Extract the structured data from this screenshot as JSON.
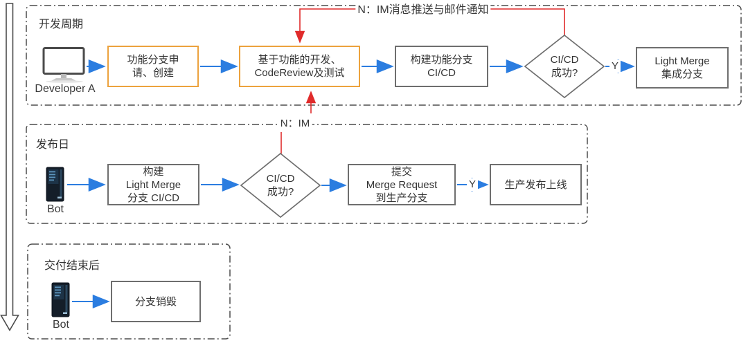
{
  "sections": [
    {
      "title": "开发周期",
      "actor": "Developer A",
      "nodes": {
        "apply": "功能分支申\n请、创建",
        "develop": "基于功能的开发、\nCodeReview及测试",
        "build": "构建功能分支\nCI/CD",
        "decision": "CI/CD\n成功?",
        "merge": "Light Merge\n集成分支"
      },
      "yes_label": "Y"
    },
    {
      "title": "发布日",
      "actor": "Bot",
      "nodes": {
        "build": "构建\nLight Merge\n分支 CI/CD",
        "decision": "CI/CD\n成功?",
        "merge_request": "提交\nMerge Request\n到生产分支",
        "release": "生产发布上线"
      },
      "yes_label": "Y"
    },
    {
      "title": "交付结束后",
      "actor": "Bot",
      "nodes": {
        "destroy": "分支销毁"
      }
    }
  ],
  "notes": {
    "fail_top": "N：IM消息推送与邮件通知",
    "fail_mid": "N：IM"
  },
  "colors": {
    "flow_arrow_blue": "#2B7DE0",
    "fail_line_red": "#E02B2B",
    "highlight_border_orange": "#ECA23D",
    "node_border_gray": "#6E6E6E",
    "section_border_gray": "#4B4B4B"
  }
}
